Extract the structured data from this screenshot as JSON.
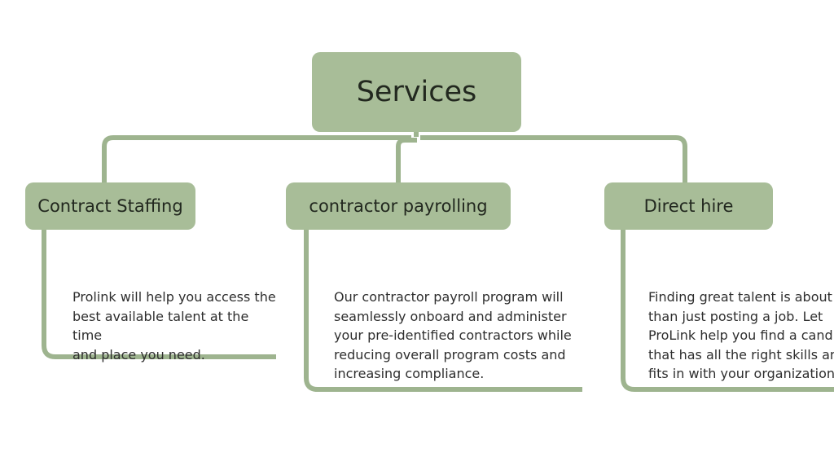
{
  "diagram": {
    "root": {
      "label": "Services"
    },
    "children": [
      {
        "label": "Contract Staffing",
        "description": "Prolink will help you access the\nbest available talent at the time\nand place you need."
      },
      {
        "label": "contractor payrolling",
        "description": "Our contractor payroll program will\nseamlessly onboard and administer\nyour pre-identified contractors while\nreducing overall program costs and\nincreasing compliance."
      },
      {
        "label": "Direct hire",
        "description": "Finding great talent is about m\nthan just posting a job. Let\nProLink help you find a candid\nthat has all the right skills and\nfits in with your organization."
      }
    ],
    "colors": {
      "box_fill": "#a8bd98",
      "connector": "#9eb48f",
      "box_text": "#22281f",
      "body_text": "#2e2e2e",
      "background": "#ffffff"
    }
  }
}
